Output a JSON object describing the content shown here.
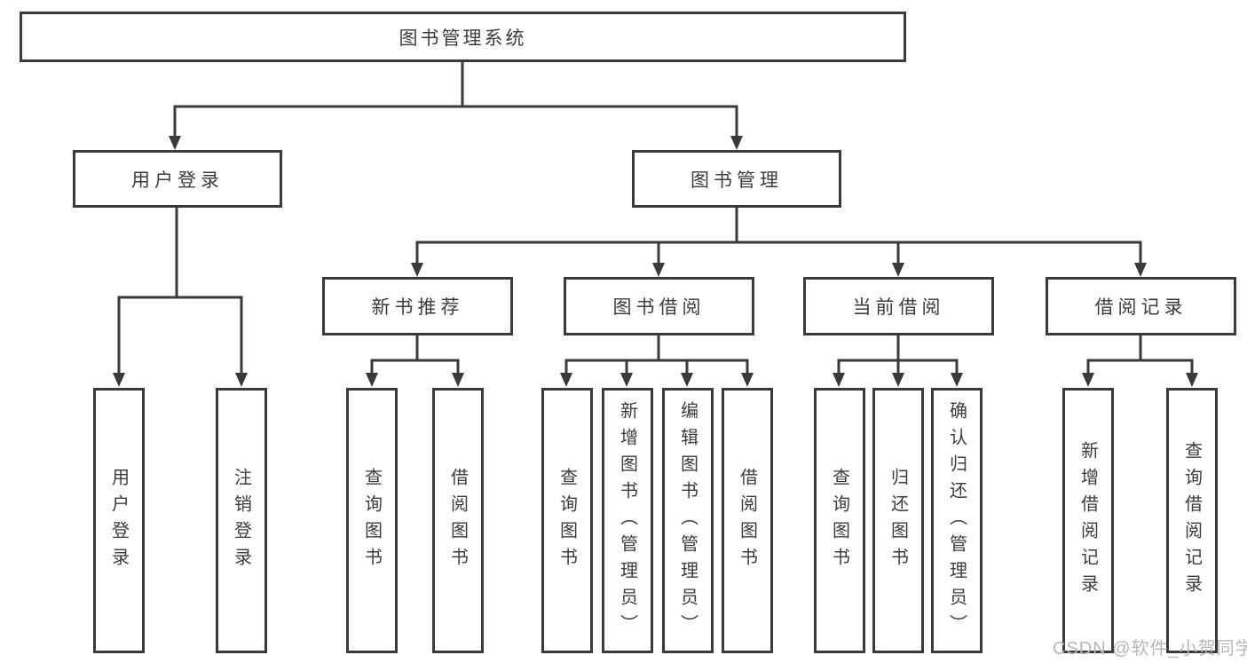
{
  "diagram": {
    "root": {
      "label": "图书管理系统"
    },
    "branches": [
      {
        "label": "用户登录",
        "children": [
          {
            "label": "用户登录"
          },
          {
            "label": "注销登录"
          }
        ]
      },
      {
        "label": "图书管理",
        "children": [
          {
            "label": "新书推荐",
            "children": [
              {
                "label": "查询图书"
              },
              {
                "label": "借阅图书"
              }
            ]
          },
          {
            "label": "图书借阅",
            "children": [
              {
                "label": "查询图书"
              },
              {
                "label": "新增图书（管理员）"
              },
              {
                "label": "编辑图书（管理员）"
              },
              {
                "label": "借阅图书"
              }
            ]
          },
          {
            "label": "当前借阅",
            "children": [
              {
                "label": "查询图书"
              },
              {
                "label": "归还图书"
              },
              {
                "label": "确认归还（管理员）"
              }
            ]
          },
          {
            "label": "借阅记录",
            "children": [
              {
                "label": "新增借阅记录"
              },
              {
                "label": "查询借阅记录"
              }
            ]
          }
        ]
      }
    ]
  },
  "watermark": {
    "text": "CSDN @软件_小贺同学"
  },
  "colors": {
    "line": "#3a3a3a",
    "text": "#3c3c3c",
    "background": "#ffffff",
    "watermark": "#b4b8bd"
  }
}
